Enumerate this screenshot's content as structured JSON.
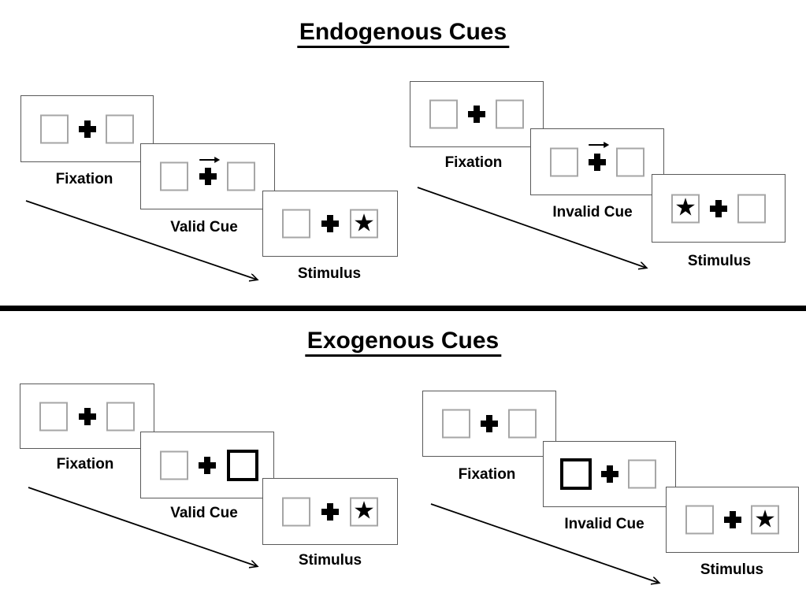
{
  "sections": [
    {
      "id": "endogenous",
      "title": "Endogenous Cues",
      "cue_style": "central arrow pointing right above fixation cross",
      "sequences": [
        {
          "id": "valid",
          "steps": [
            {
              "label": "Fixation",
              "left_box": "empty",
              "right_box": "empty",
              "cue": "none"
            },
            {
              "label": "Valid Cue",
              "left_box": "empty",
              "right_box": "empty",
              "cue": "arrow-right-above-cross"
            },
            {
              "label": "Stimulus",
              "left_box": "empty",
              "right_box": "star",
              "cue": "none"
            }
          ]
        },
        {
          "id": "invalid",
          "steps": [
            {
              "label": "Fixation",
              "left_box": "empty",
              "right_box": "empty",
              "cue": "none"
            },
            {
              "label": "Invalid Cue",
              "left_box": "empty",
              "right_box": "empty",
              "cue": "arrow-right-above-cross"
            },
            {
              "label": "Stimulus",
              "left_box": "star",
              "right_box": "empty",
              "cue": "none"
            }
          ]
        }
      ]
    },
    {
      "id": "exogenous",
      "title": "Exogenous Cues",
      "cue_style": "peripheral box with thick black border",
      "sequences": [
        {
          "id": "valid",
          "steps": [
            {
              "label": "Fixation",
              "left_box": "empty",
              "right_box": "empty",
              "cue": "none"
            },
            {
              "label": "Valid Cue",
              "left_box": "empty",
              "right_box": "thick-border-highlight",
              "cue": "right-box-highlighted"
            },
            {
              "label": "Stimulus",
              "left_box": "empty",
              "right_box": "star",
              "cue": "none"
            }
          ]
        },
        {
          "id": "invalid",
          "steps": [
            {
              "label": "Fixation",
              "left_box": "empty",
              "right_box": "empty",
              "cue": "none"
            },
            {
              "label": "Invalid Cue",
              "left_box": "thick-border-highlight",
              "right_box": "empty",
              "cue": "left-box-highlighted"
            },
            {
              "label": "Stimulus",
              "left_box": "empty",
              "right_box": "star",
              "cue": "none"
            }
          ]
        }
      ]
    }
  ],
  "glyphs": {
    "star": "★"
  },
  "colors": {
    "background": "#ffffff",
    "ink": "#000000",
    "panel_border": "#595959",
    "box_border": "#a6a6a6",
    "cue_box_border": "#000000",
    "divider": "#000000"
  }
}
